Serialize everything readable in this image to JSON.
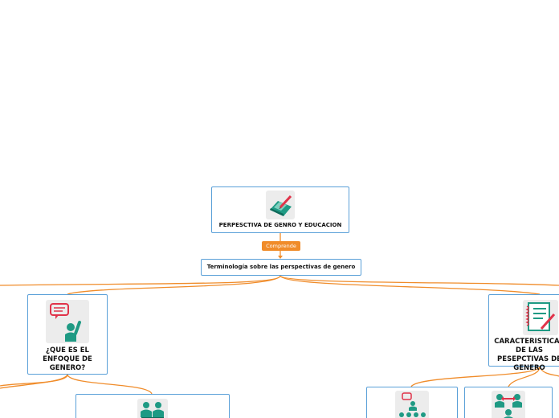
{
  "root": {
    "title": "PERPESCTIVA DE GENRO Y EDUCACION",
    "icon": "notebook-pencil-icon"
  },
  "link_label": "Comprende",
  "sub": {
    "title": "Terminología sobre las perspectivas de genero"
  },
  "left_branch": {
    "title": "¿QUE ES EL ENFOQUE DE GENERO?",
    "icon": "speaker-raised-hand-icon"
  },
  "right_branch": {
    "title": "CARACTERISTICAS DE LAS PESEPCTIVAS DE GENERO",
    "icon": "checklist-pencil-icon"
  },
  "child_nodes": [
    {
      "icon": "audience-presenter-icon"
    },
    {
      "icon": "speaker-audience-icon"
    },
    {
      "icon": "debate-people-icon"
    }
  ],
  "colors": {
    "connector": "#f08c2a",
    "border": "#5aa0d8",
    "accent_teal": "#1f9a84",
    "accent_red": "#e0334a"
  }
}
